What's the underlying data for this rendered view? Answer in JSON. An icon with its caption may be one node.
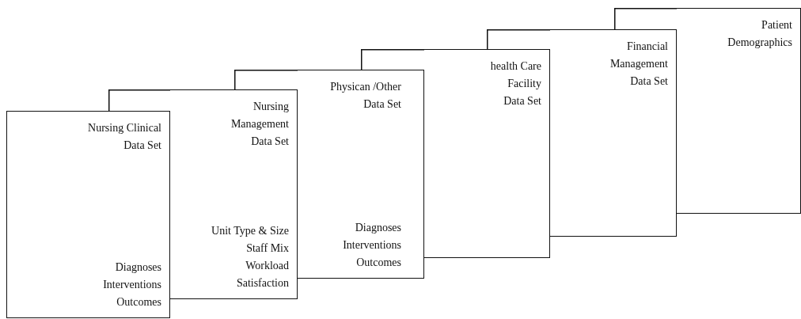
{
  "diagram": {
    "nodes": [
      {
        "text": [
          "Nursing Clinical Data Set",
          "Diagnoses",
          "Interventions",
          "Outcomes"
        ]
      },
      {
        "text": [
          "Nursing Management Data Set",
          "Unit Type & Size",
          "Staff Mix",
          "Workload",
          "Satisfaction"
        ]
      },
      {
        "text": [
          "Physican /Other Data Set",
          "Diagnoses",
          "Interventions",
          "Outcomes"
        ]
      },
      {
        "text": [
          "health Care Facility Data Set"
        ]
      },
      {
        "text": [
          "Financial Management Data Set"
        ]
      },
      {
        "text": [
          "Patient Demographics"
        ]
      }
    ]
  }
}
